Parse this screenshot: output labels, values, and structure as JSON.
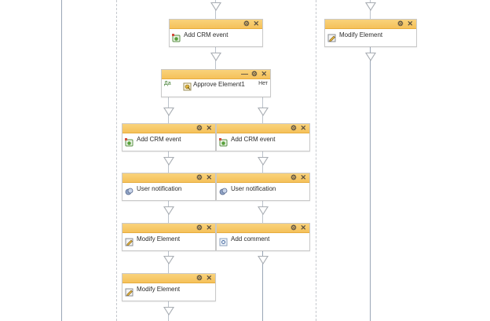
{
  "colors": {
    "header": "#f5c15a",
    "yes_label": "#3c7a2c",
    "no_label": "#3c3c3c"
  },
  "activities": {
    "crm_top": {
      "label": "Add CRM event",
      "icon": "crm-event-icon"
    },
    "modify_right": {
      "label": "Modify Element",
      "icon": "edit-icon"
    },
    "approve": {
      "label": "Approve Element1",
      "yes": "Да",
      "no": "Нет",
      "icon": "approve-icon"
    },
    "crm_left": {
      "label": "Add CRM event",
      "icon": "crm-event-icon"
    },
    "crm_right": {
      "label": "Add CRM event",
      "icon": "crm-event-icon"
    },
    "notify_left": {
      "label": "User notification",
      "icon": "notification-icon"
    },
    "notify_right": {
      "label": "User notification",
      "icon": "notification-icon"
    },
    "modify_left": {
      "label": "Modify Element",
      "icon": "edit-icon"
    },
    "comment_right": {
      "label": "Add comment",
      "icon": "comment-icon"
    },
    "modify_left2": {
      "label": "Modify Element",
      "icon": "edit-icon"
    }
  },
  "tools": {
    "settings": "⚙",
    "close": "✕",
    "collapse": "—"
  }
}
